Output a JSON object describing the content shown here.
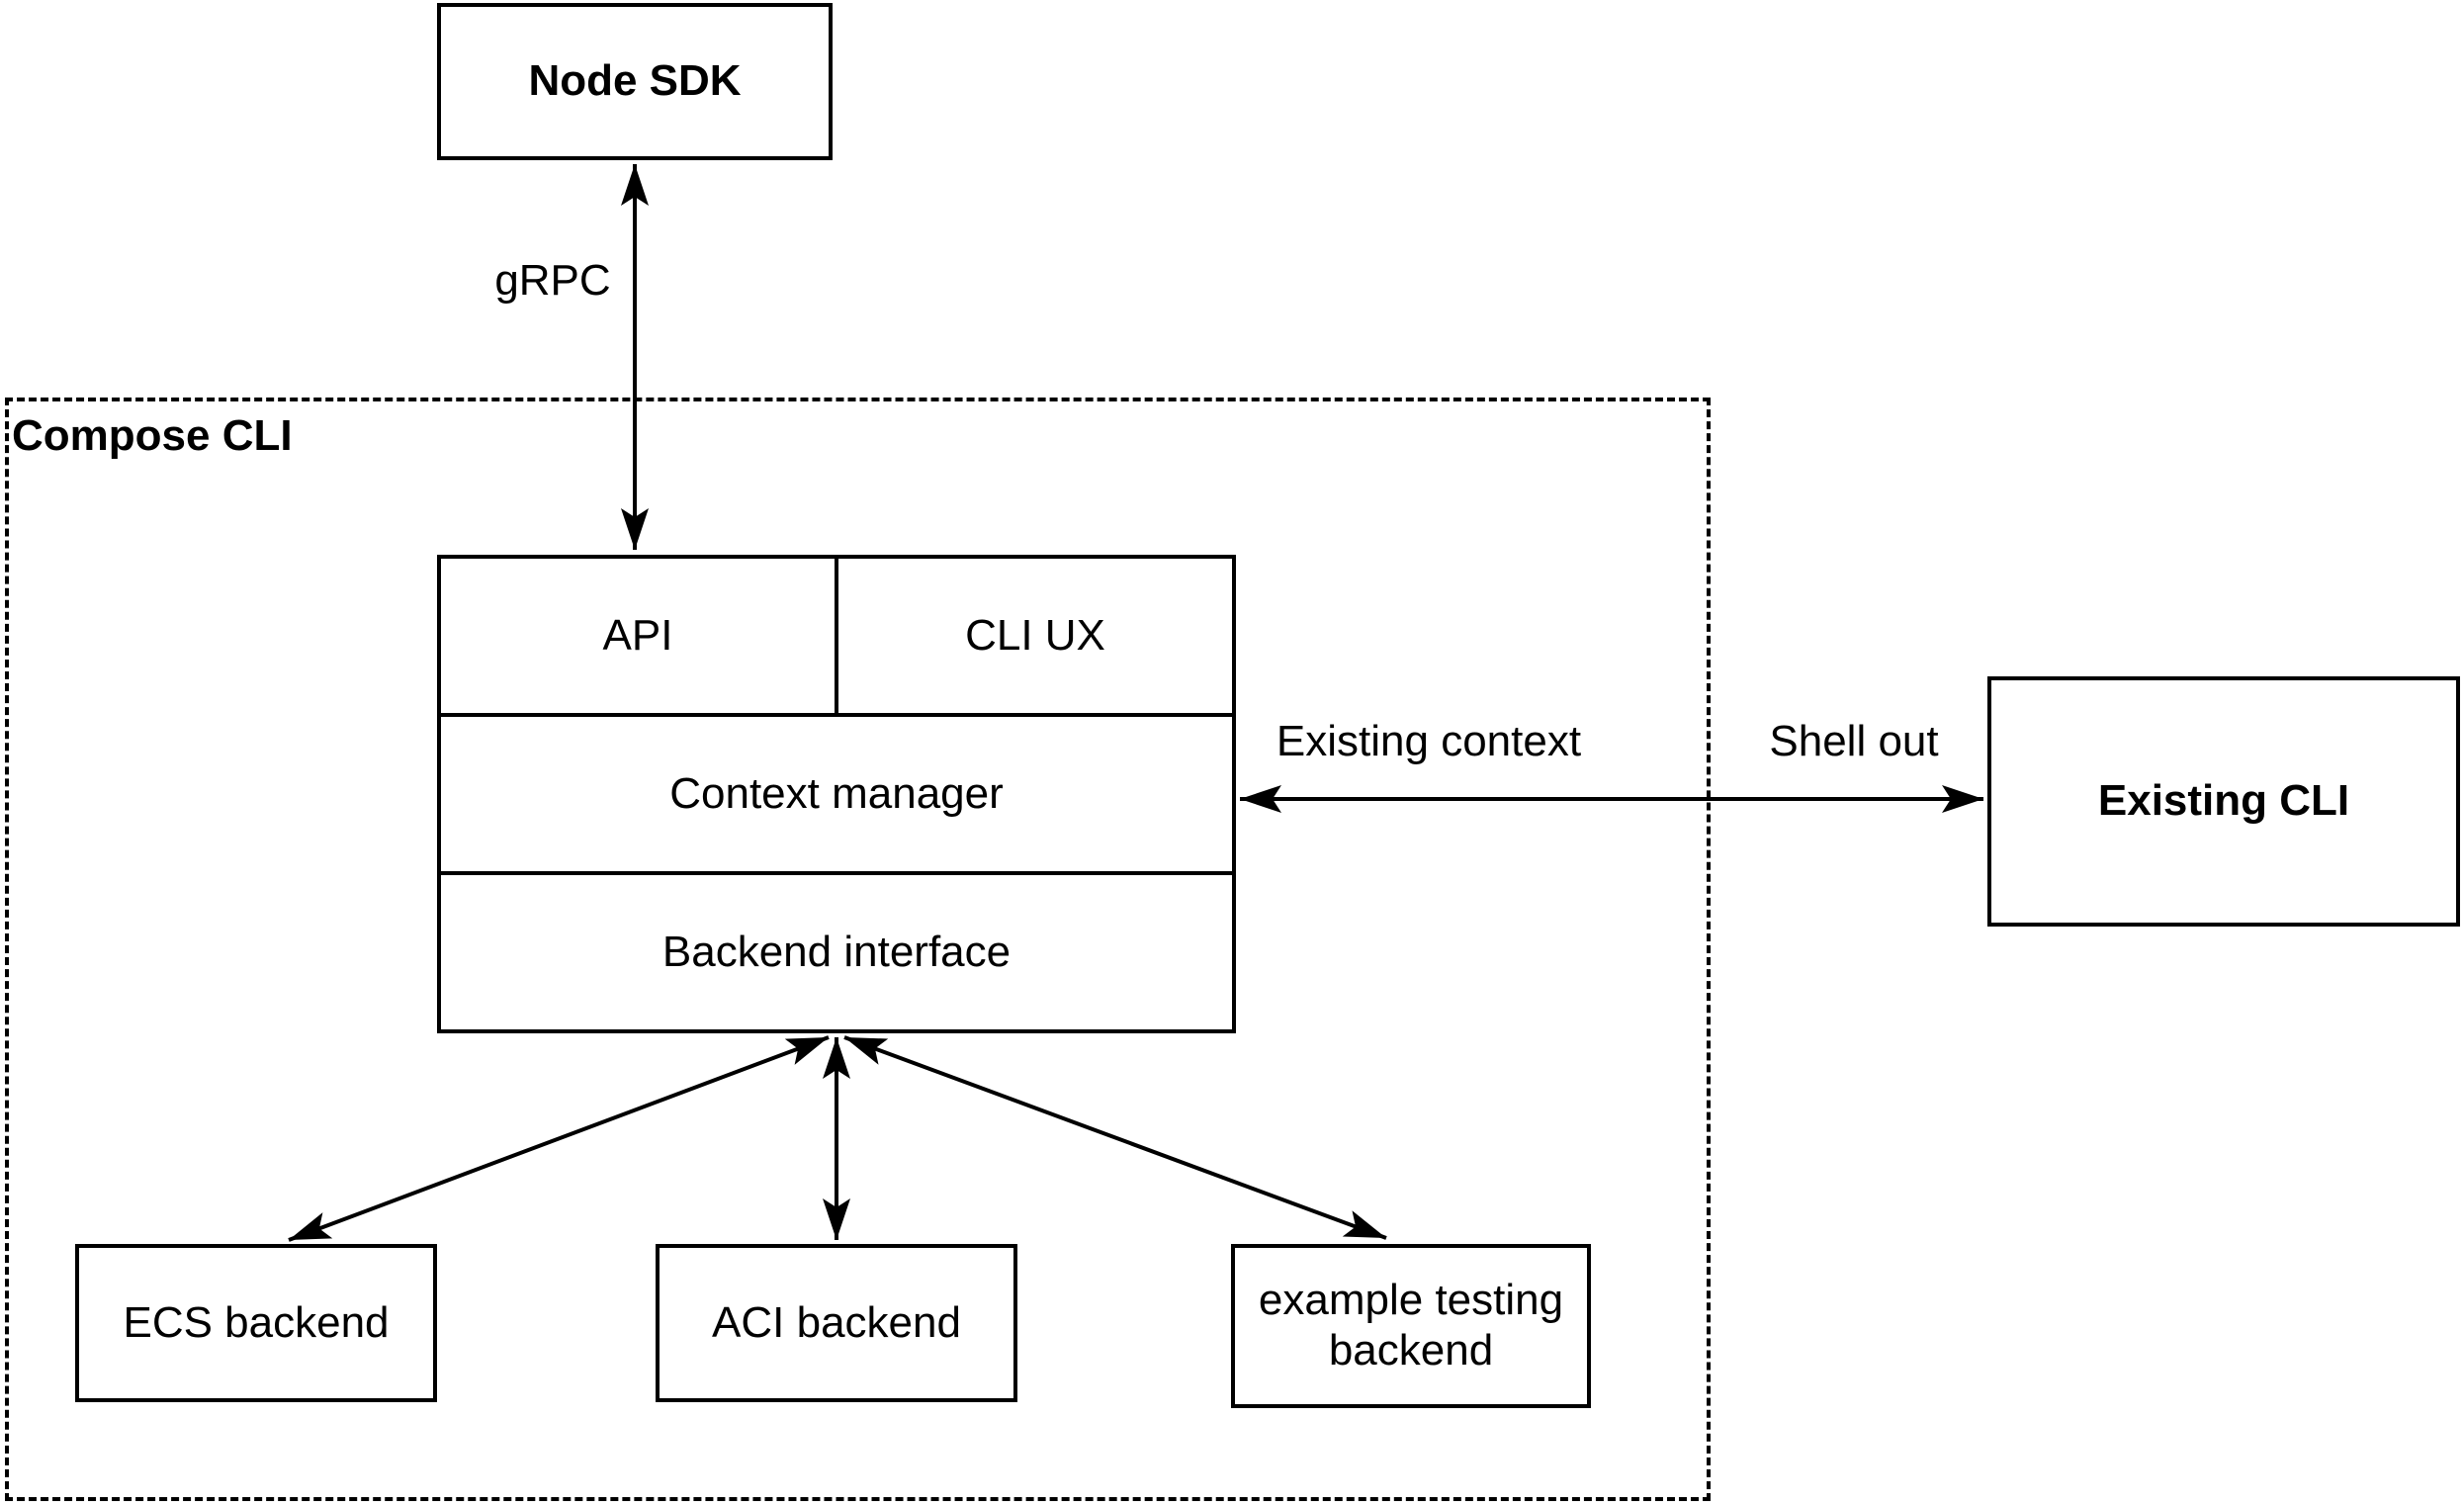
{
  "diagram": {
    "background_color": "#ffffff",
    "stroke_color": "#000000",
    "nodes": {
      "node_sdk": {
        "label": "Node SDK"
      },
      "compose_cli_group": {
        "label": "Compose CLI"
      },
      "api": {
        "label": "API"
      },
      "cli_ux": {
        "label": "CLI UX"
      },
      "context_manager": {
        "label": "Context manager"
      },
      "backend_interface": {
        "label": "Backend interface"
      },
      "existing_cli": {
        "label": "Existing CLI"
      },
      "ecs_backend": {
        "label": "ECS backend"
      },
      "aci_backend": {
        "label": "ACI backend"
      },
      "example_testing_backend": {
        "label": "example testing backend"
      }
    },
    "edges": [
      {
        "from": "node_sdk",
        "to": "api",
        "label": "gRPC",
        "direction": "bidirectional"
      },
      {
        "from": "context_manager",
        "to": "existing_cli",
        "labels": [
          "Existing context",
          "Shell out"
        ],
        "direction": "bidirectional"
      },
      {
        "from": "backend_interface",
        "to": "ecs_backend",
        "direction": "bidirectional"
      },
      {
        "from": "backend_interface",
        "to": "aci_backend",
        "direction": "bidirectional"
      },
      {
        "from": "backend_interface",
        "to": "example_testing_backend",
        "direction": "bidirectional"
      }
    ]
  }
}
